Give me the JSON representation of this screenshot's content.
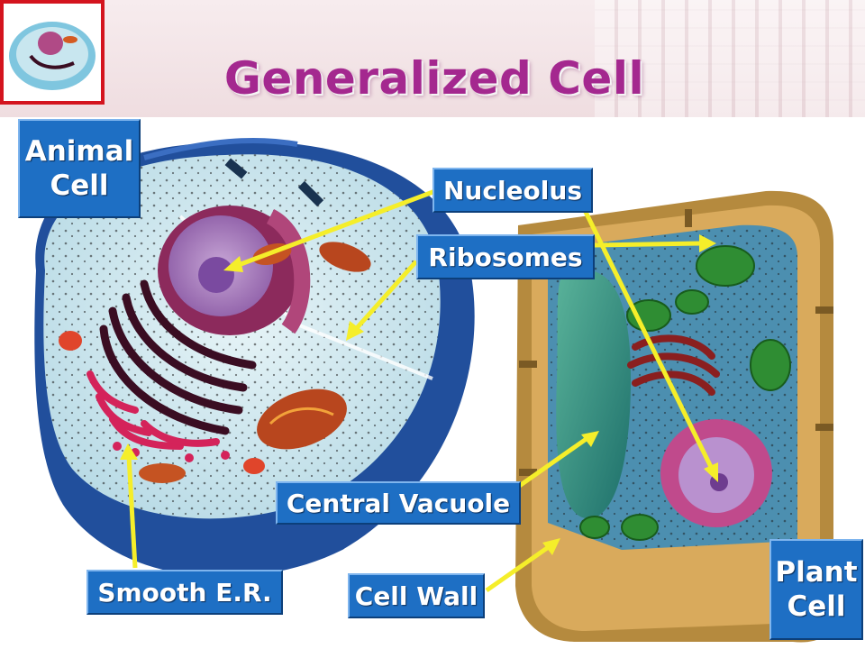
{
  "title": "Generalized Cell",
  "labels": {
    "animal_cell_line1": "Animal",
    "animal_cell_line2": "Cell",
    "plant_cell_line1": "Plant",
    "plant_cell_line2": "Cell",
    "nucleolus": "Nucleolus",
    "ribosomes": "Ribosomes",
    "central_vacuole": "Central Vacuole",
    "smooth_er": "Smooth E.R.",
    "cell_wall": "Cell Wall"
  },
  "colors": {
    "label_box": "#1e6fc4",
    "arrow": "#f5ee2a",
    "title": "#a4288f",
    "thumbnail_border": "#d4141e"
  }
}
